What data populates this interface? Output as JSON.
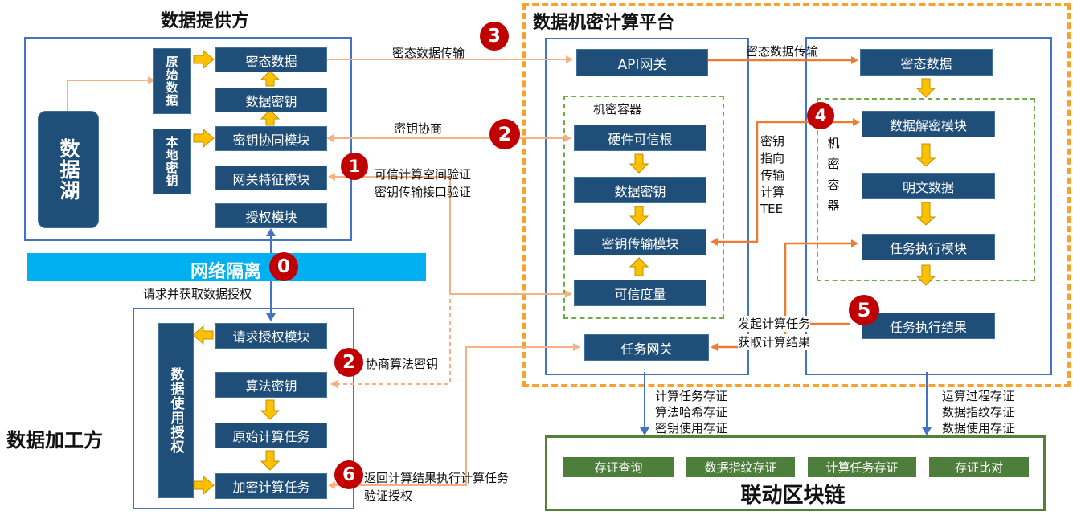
{
  "titles": {
    "provider": "数据提供方",
    "processor": "数据加工方",
    "platform": "数据机密计算平台"
  },
  "provider": {
    "data_lake": "数据湖",
    "raw_data": "原始数据",
    "local_key": "本地密钥",
    "modules": {
      "encrypted_data": "密态数据",
      "data_key": "数据密钥",
      "key_sync": "密钥协同模块",
      "gateway_feature": "网关特征模块",
      "authorization": "授权模块"
    }
  },
  "isolation": {
    "label": "网络隔离",
    "request_label": "请求并获取数据授权"
  },
  "processor": {
    "usage_auth": "数据使用授权",
    "modules": {
      "request_auth": "请求授权模块",
      "algo_key": "算法密钥",
      "raw_task": "原始计算任务",
      "encrypted_task": "加密计算任务"
    }
  },
  "platform": {
    "api_gateway": "API网关",
    "container_label": "机密容器",
    "modules": {
      "hw_root": "硬件可信根",
      "data_key": "数据密钥",
      "key_transfer": "密钥传输模块",
      "trusted_measure": "可信度量",
      "task_gateway": "任务网关"
    }
  },
  "executor": {
    "encrypted_data": "密态数据",
    "container_label": "机密容器",
    "modules": {
      "decrypt": "数据解密模块",
      "plain_data": "明文数据",
      "task_exec": "任务执行模块",
      "task_result": "任务执行结果"
    }
  },
  "flows": {
    "encrypted_transfer_left": "密态数据传输",
    "encrypted_transfer_right": "密态数据传输",
    "key_negotiation": "密钥协商",
    "trusted_verify_line1": "可信计算空间验证",
    "trusted_verify_line2": "密钥传输接口验证",
    "algo_key_negotiation": "协商算法密钥",
    "return_result": "返回计算结果执行计算任务",
    "verify_auth": "验证授权",
    "key_to_tee": [
      "密钥",
      "指向",
      "传输",
      "计算",
      "TEE"
    ],
    "launch_task": "发起计算任务",
    "get_result": "获取计算结果",
    "left_evidence": [
      "计算任务存证",
      "算法哈希存证",
      "密钥使用存证"
    ],
    "right_evidence": [
      "运算过程存证",
      "数据指纹存证",
      "数据使用存证"
    ]
  },
  "badges": {
    "b0": "0",
    "b1": "1",
    "b2a": "2",
    "b2b": "2",
    "b3": "3",
    "b4": "4",
    "b5": "5",
    "b6": "6"
  },
  "blockchain": {
    "title": "联动区块链",
    "buttons": [
      "存证查询",
      "数据指纹存证",
      "计算任务存证",
      "存证比对"
    ]
  },
  "colors": {
    "node_navy": "#1F4E79",
    "container_blue": "#4472C4",
    "isolation_cyan": "#00B0F0",
    "flow_arrow_yellow": "#FFC000",
    "line_light_orange": "#F4B183",
    "line_dark_orange": "#ED7D31",
    "platform_border_orange": "#F8A12C",
    "secure_container_green": "#70AD47",
    "blockchain_green": "#538135",
    "badge_red": "#C00000"
  }
}
